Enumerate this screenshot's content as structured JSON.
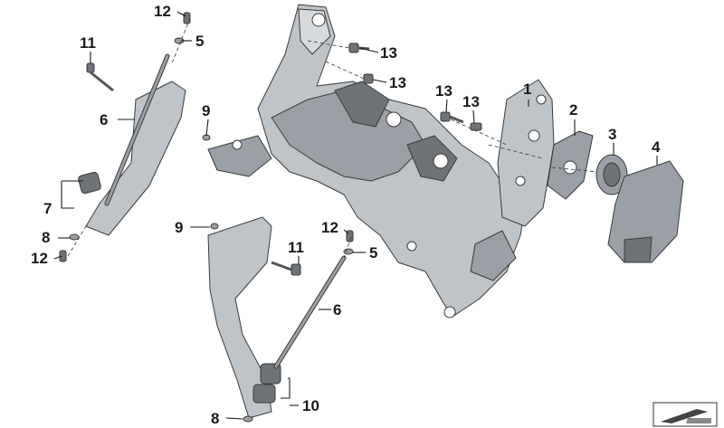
{
  "callouts": [
    {
      "id": "c12a",
      "label": "12"
    },
    {
      "id": "c5a",
      "label": "5"
    },
    {
      "id": "c11a",
      "label": "11"
    },
    {
      "id": "c6a",
      "label": "6"
    },
    {
      "id": "c9a",
      "label": "9"
    },
    {
      "id": "c7",
      "label": "7"
    },
    {
      "id": "c8a",
      "label": "8"
    },
    {
      "id": "c12b",
      "label": "12"
    },
    {
      "id": "c13a",
      "label": "13"
    },
    {
      "id": "c13b",
      "label": "13"
    },
    {
      "id": "c13c",
      "label": "13"
    },
    {
      "id": "c13d",
      "label": "13"
    },
    {
      "id": "c1",
      "label": "1"
    },
    {
      "id": "c2",
      "label": "2"
    },
    {
      "id": "c3",
      "label": "3"
    },
    {
      "id": "c4",
      "label": "4"
    },
    {
      "id": "c9b",
      "label": "9"
    },
    {
      "id": "c12c",
      "label": "12"
    },
    {
      "id": "c5b",
      "label": "5"
    },
    {
      "id": "c11b",
      "label": "11"
    },
    {
      "id": "c6b",
      "label": "6"
    },
    {
      "id": "c10",
      "label": "10"
    },
    {
      "id": "c8b",
      "label": "8"
    }
  ],
  "icons": {
    "corner_badge": "assembly-arrow-icon"
  },
  "colors": {
    "background": "#ffffff",
    "part_dark": "#6e7378",
    "part_mid": "#9aa0a6",
    "part_light": "#bfc4c9",
    "ink": "#1a1a1a"
  }
}
